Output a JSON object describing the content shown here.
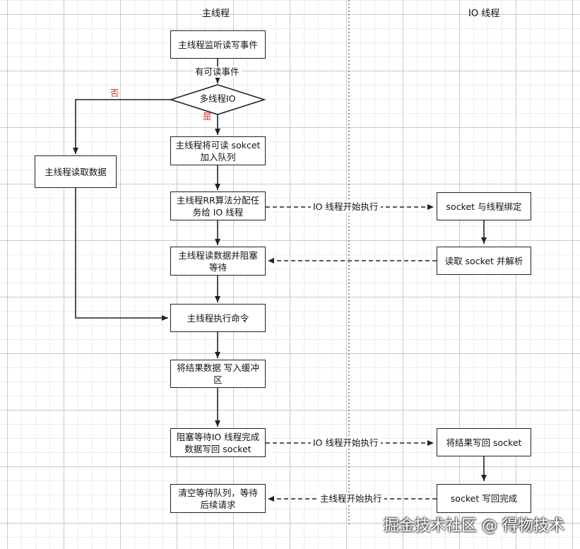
{
  "headers": {
    "main_thread": "主线程",
    "io_thread": "IO 线程"
  },
  "nodes": {
    "listen": "主线程监听读写事件",
    "decision": "多线程IO",
    "enqueue": "主线程将可读 sokcet 加入队列",
    "assign": "主线程RR算法分配任务给 IO 线程",
    "read_block": "主线程读数据并阻塞等待",
    "execute": "主线程执行命令",
    "write_buffer": "将结果数据 写入缓冲区",
    "wait_write": "阻塞等待IO 线程完成数据写回 socket",
    "clear": "清空等待队列，等待后续请求",
    "read_data": "主线程读取数据",
    "bind": "socket 与线程绑定",
    "parse": "读取 socket 并解析",
    "write_back": "将结果写回 socket",
    "write_done": "socket 写回完成"
  },
  "edge_labels": {
    "readable": "有可读事件",
    "no": "否",
    "yes": "是",
    "io_start_1": "IO 线程开始执行",
    "io_start_2": "IO 线程开始执行",
    "main_start": "主线程开始执行"
  },
  "watermark": "掘金技术社区 @ 得物技术",
  "colors": {
    "line": "#222222",
    "no_yes_label": "#d63030",
    "grid_major": "#c9c9c9",
    "grid_minor": "#ededed"
  }
}
